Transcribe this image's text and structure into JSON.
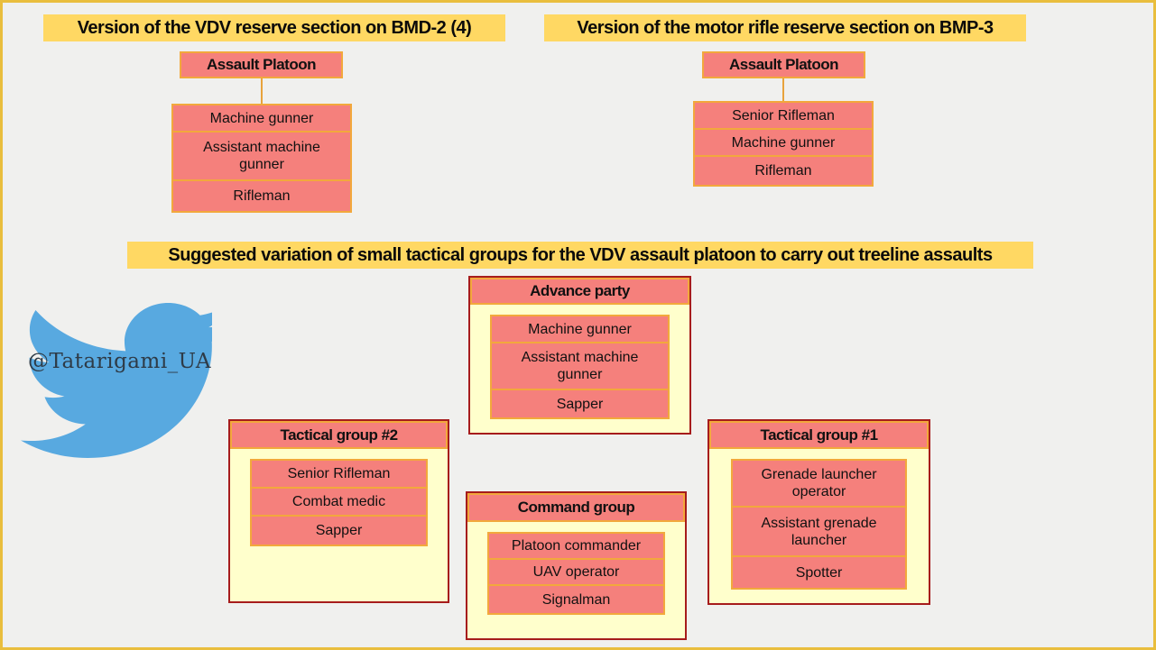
{
  "titles": {
    "left": "Version of the VDV reserve section on BMD-2 (4)",
    "right": "Version of the motor rifle reserve section on BMP-3",
    "middle": "Suggested variation of small tactical groups for the VDV assault platoon to carry out treeline assaults"
  },
  "org_charts": [
    {
      "header": "Assault Platoon",
      "members": [
        "Machine gunner",
        "Assistant machine gunner",
        "Rifleman"
      ]
    },
    {
      "header": "Assault Platoon",
      "members": [
        "Senior Rifleman",
        "Machine gunner",
        "Rifleman"
      ]
    }
  ],
  "groups": [
    {
      "header": "Advance party",
      "members": [
        "Machine gunner",
        "Assistant machine gunner",
        "Sapper"
      ]
    },
    {
      "header": "Tactical group #2",
      "members": [
        "Senior Rifleman",
        "Combat medic",
        "Sapper"
      ]
    },
    {
      "header": "Command group",
      "members": [
        "Platoon commander",
        "UAV operator",
        "Signalman"
      ]
    },
    {
      "header": "Tactical group #1",
      "members": [
        "Grenade launcher operator",
        "Assistant grenade launcher",
        "Spotter"
      ]
    }
  ],
  "watermark": {
    "handle": "@Tatarigami_UA",
    "icon": "twitter-bird-icon",
    "icon_color": "#58A9E0"
  },
  "colors": {
    "title_bg": "#FFD863",
    "box_fill": "#F5807C",
    "box_border": "#F2A83C",
    "group_bg": "#FFFFCC",
    "group_border": "#A61C1C",
    "canvas_bg": "#F0F0EE",
    "frame_border": "#E9BE3D",
    "connector": "#E8A33C"
  }
}
